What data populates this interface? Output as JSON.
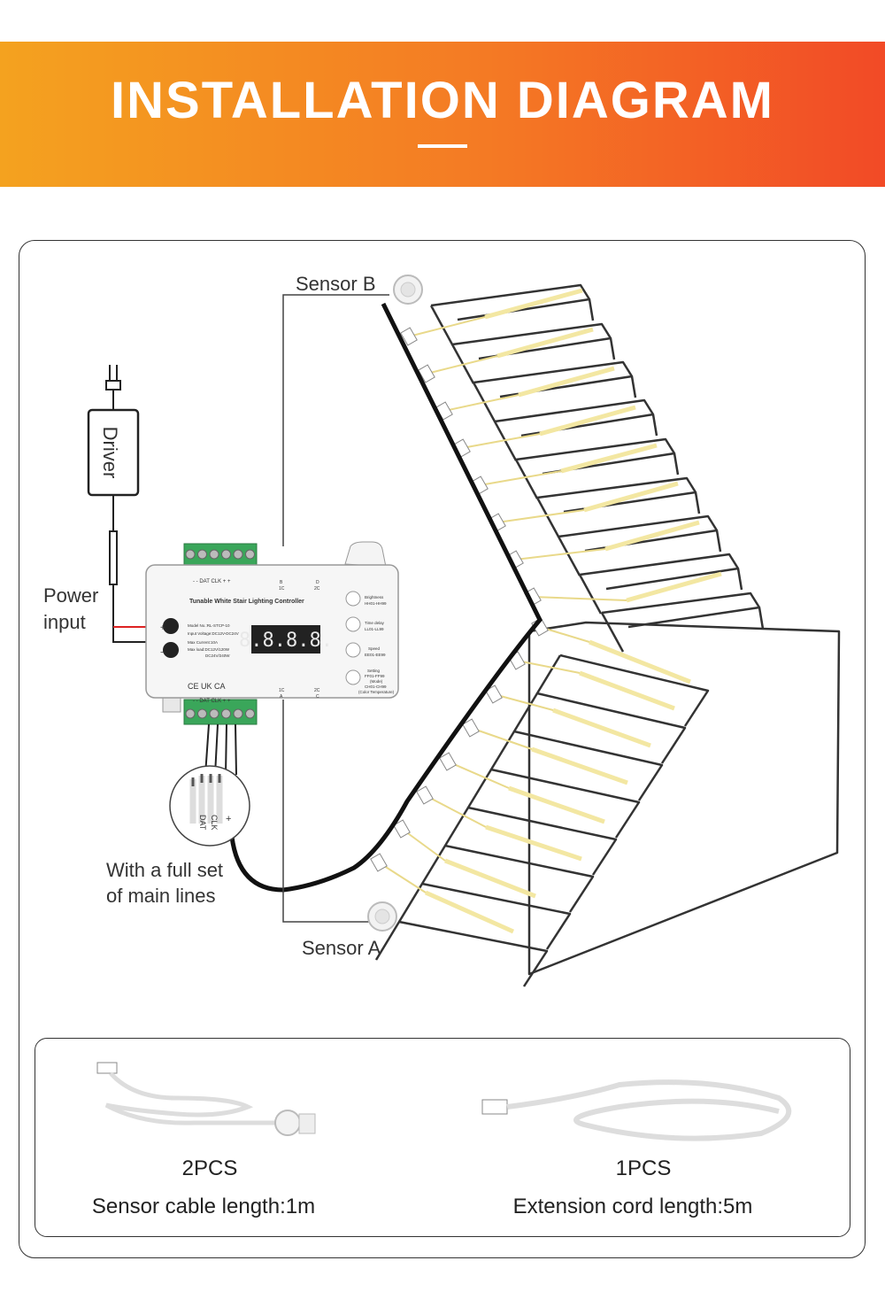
{
  "banner": {
    "title": "INSTALLATION DIAGRAM"
  },
  "diagram": {
    "sensor_b": "Sensor B",
    "sensor_a": "Sensor A",
    "driver": "Driver",
    "power_input_line1": "Power",
    "power_input_line2": "input",
    "main_lines_line1": "With a full set",
    "main_lines_line2": "of main lines",
    "controller": {
      "title": "Tunable White Stair Lighting Controller",
      "model": "Model No.:RL-STCP-10",
      "input_voltage": "Input Voltage:DC12V-DC24V",
      "max_current": "Max Current:10A",
      "max_load_1": "Max load:DC12V/120W",
      "max_load_2": "DC24V/240W",
      "display": "8.8.8.8.",
      "top_terminals": "-  -  DAT  CLK  +  +",
      "bottom_terminals": "-  -  DAT  CLK  +  +",
      "port_b": "B",
      "port_1c_top": "1C",
      "port_d": "D",
      "port_2c_top": "2C",
      "port_1c_bottom": "1C",
      "port_a": "A",
      "port_2c_bottom": "2C",
      "port_c": "C",
      "btn_brightness": "Brightness",
      "btn_brightness_range": "HH01-HH99",
      "btn_time_delay": "Time delay",
      "btn_time_delay_range": "LL01-LL99",
      "btn_speed": "Speed",
      "btn_speed_range": "EE01-EE99",
      "btn_setting": "Setting",
      "btn_setting_range1": "FF01-FF99",
      "btn_setting_mode": "(Mode)",
      "btn_setting_range2": "CH01-CH99",
      "btn_setting_ct": "(Color Temperature)",
      "marks": "CE  UK CA"
    },
    "wire_labels": {
      "dat": "DAT",
      "clk": "CLK",
      "plus": "+"
    }
  },
  "accessories": [
    {
      "qty": "2PCS",
      "desc": "Sensor cable length:1m",
      "icon": "sensor-cable-icon"
    },
    {
      "qty": "1PCS",
      "desc": "Extension cord length:5m",
      "icon": "extension-cord-icon"
    }
  ],
  "colors": {
    "banner_start": "#f4a21f",
    "banner_end": "#f24a26",
    "led_strip": "#f3e7a2",
    "wire": "#222222"
  }
}
